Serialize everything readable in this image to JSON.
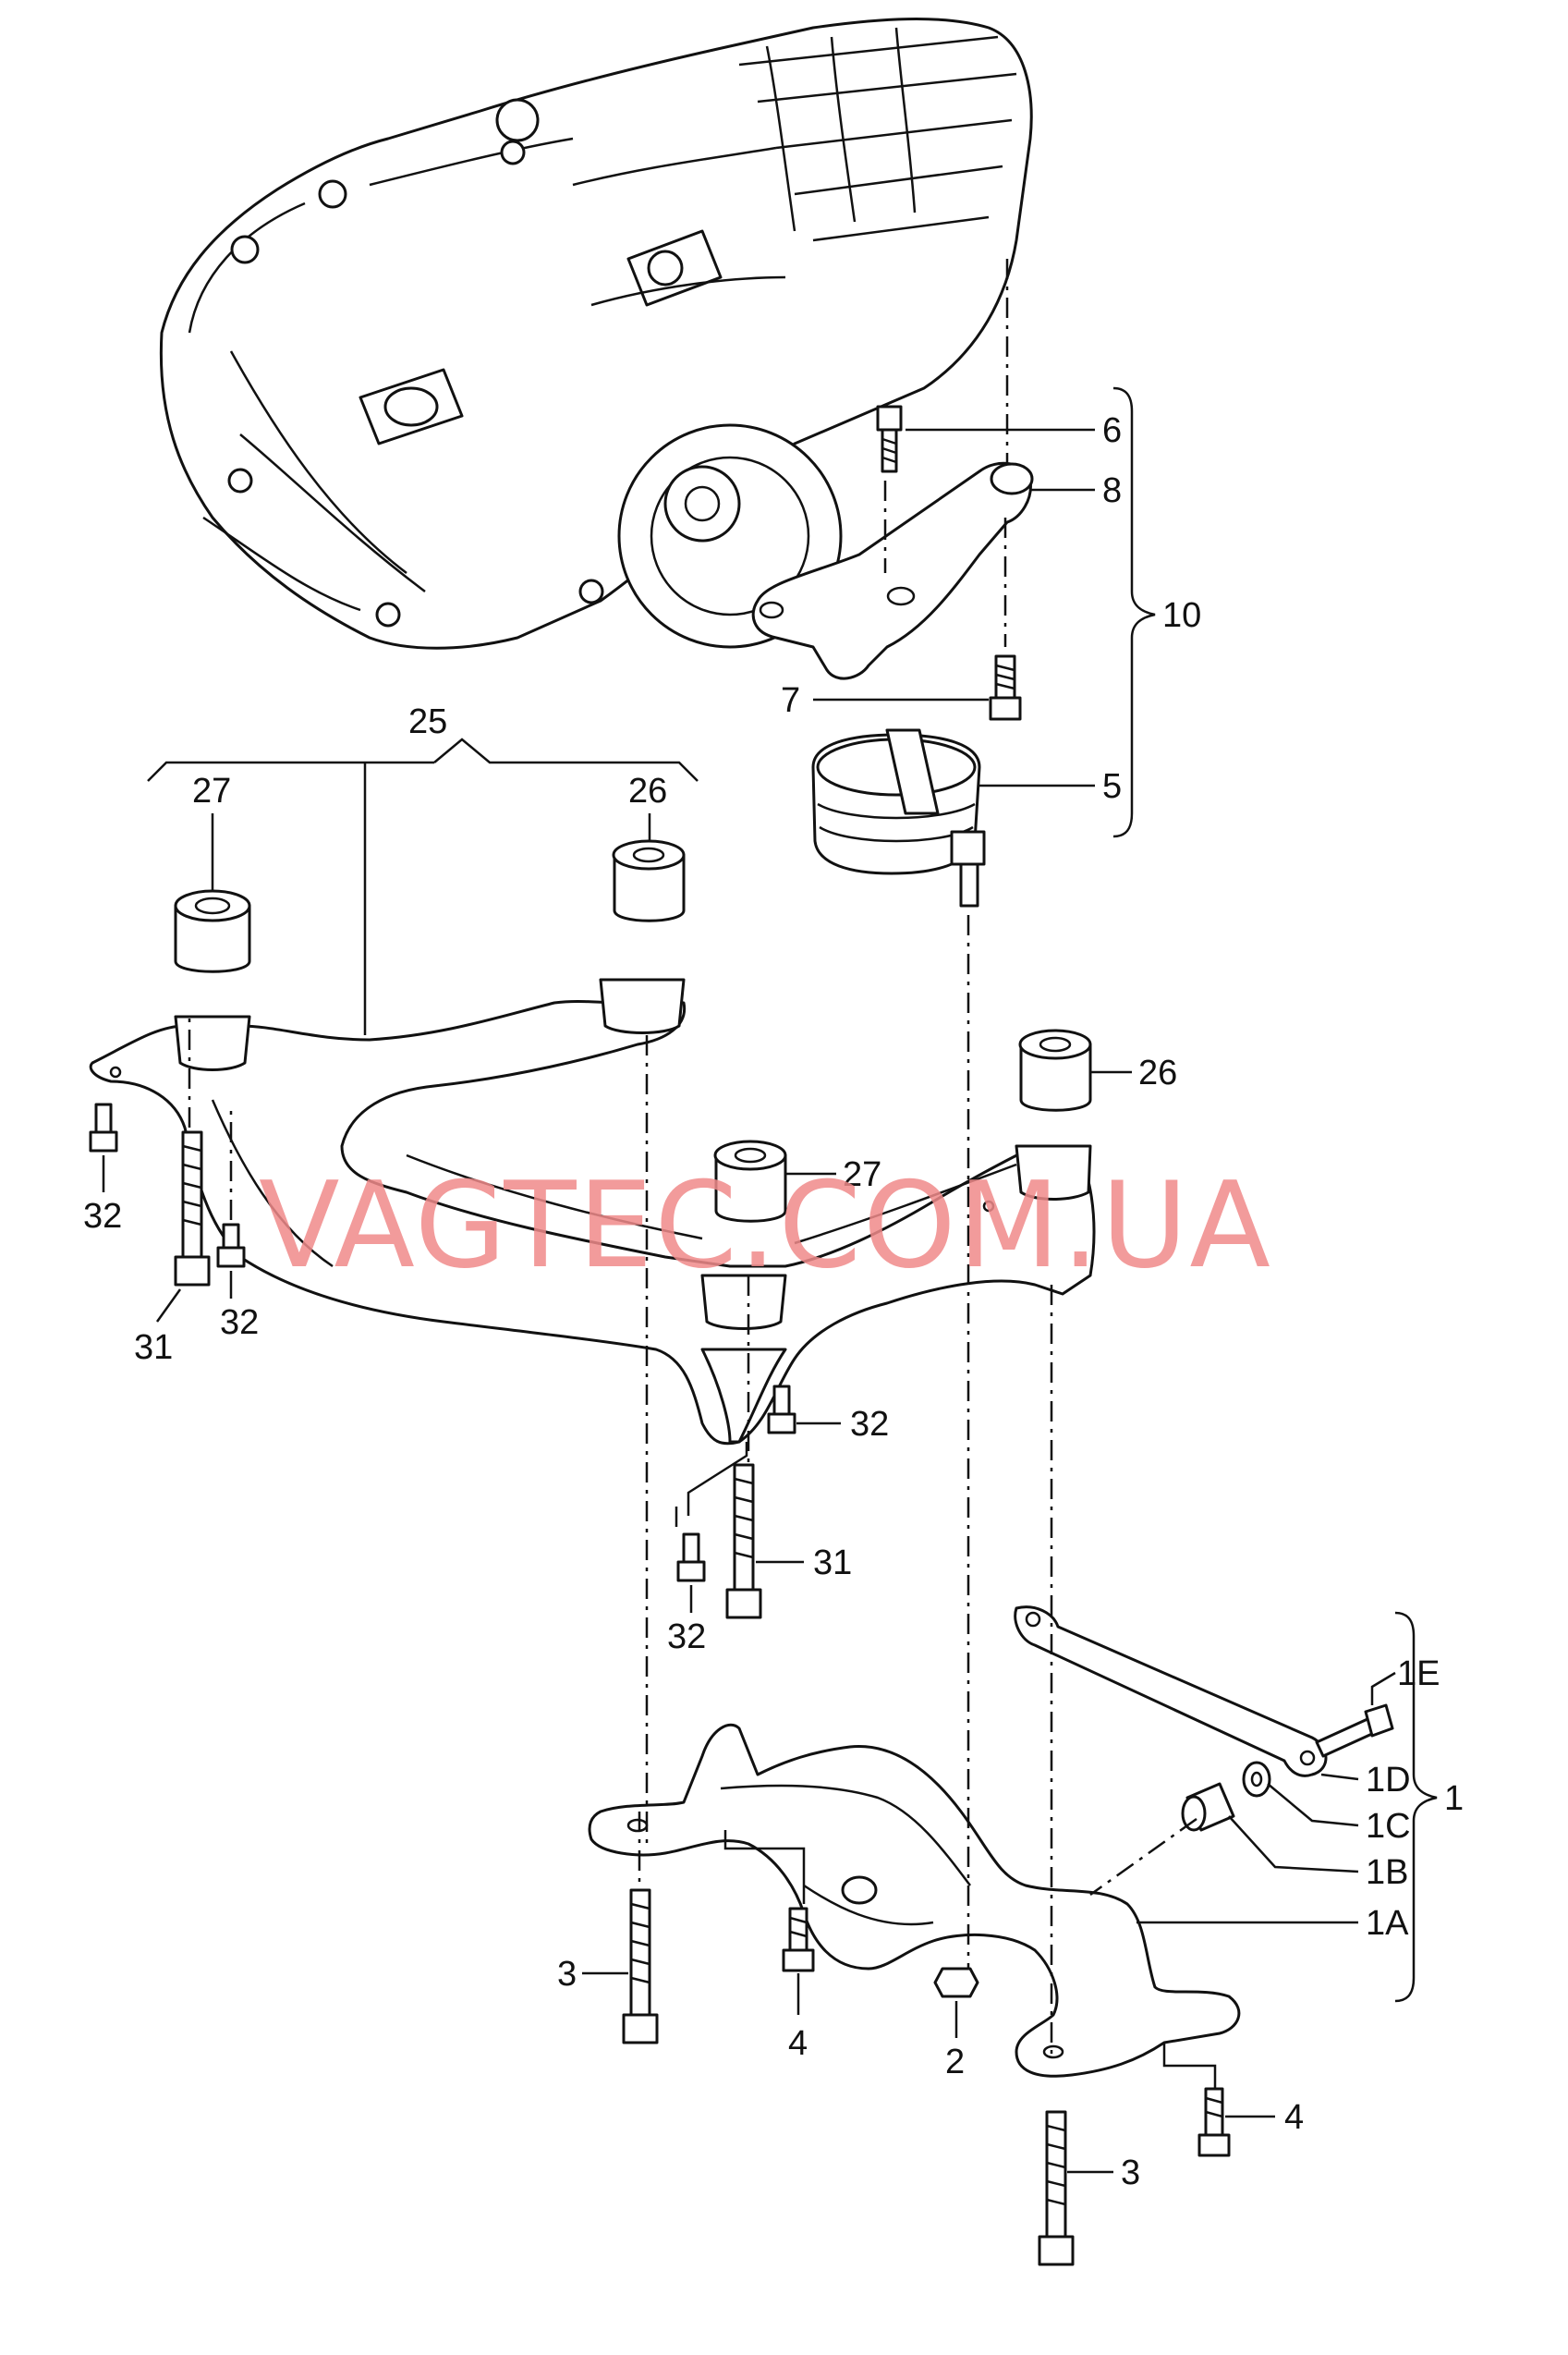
{
  "watermark": "VAGTEC.COM.UA",
  "callouts": {
    "c6": "6",
    "c8": "8",
    "c10": "10",
    "c7": "7",
    "c5": "5",
    "c25": "25",
    "c27a": "27",
    "c26a": "26",
    "c26b": "26",
    "c27b": "27",
    "c32a": "32",
    "c32b": "32",
    "c31a": "31",
    "c32c": "32",
    "c31b": "31",
    "c32d": "32",
    "c1E": "1E",
    "c1D": "1D",
    "c1C": "1C",
    "c1B": "1B",
    "c1A": "1A",
    "c1": "1",
    "c3a": "3",
    "c4a": "4",
    "c2": "2",
    "c4b": "4",
    "c3b": "3"
  }
}
